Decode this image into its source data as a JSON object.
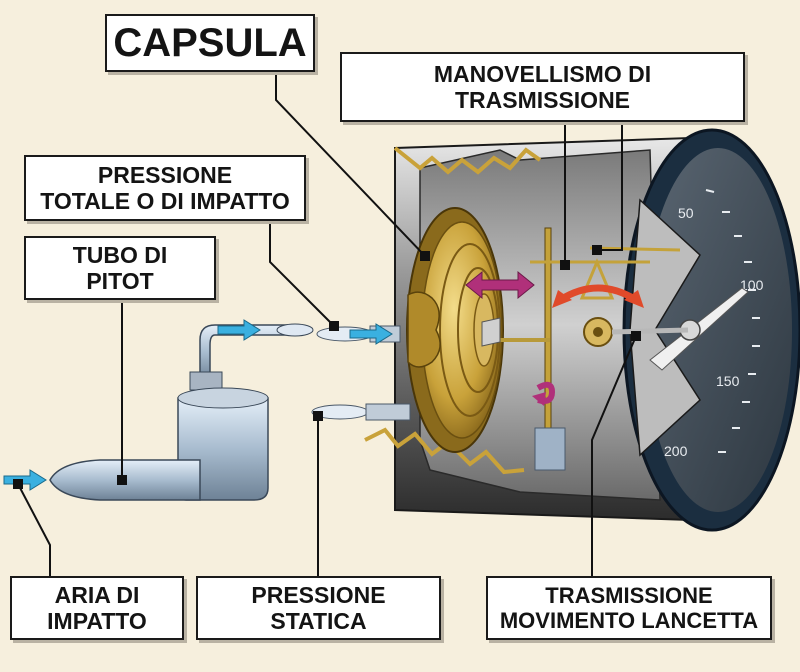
{
  "labels": {
    "capsula": "CAPSULA",
    "manovellismo_1": "MANOVELLISMO DI",
    "manovellismo_2": "TRASMISSIONE",
    "pressione_totale_1": "PRESSIONE",
    "pressione_totale_2": "TOTALE O DI IMPATTO",
    "tubo_pitot_1": "TUBO DI",
    "tubo_pitot_2": "PITOT",
    "aria_impatto_1": "ARIA DI",
    "aria_impatto_2": "IMPATTO",
    "pressione_statica_1": "PRESSIONE",
    "pressione_statica_2": "STATICA",
    "trasmissione_1": "TRASMISSIONE",
    "trasmissione_2": "MOVIMENTO LANCETTA"
  },
  "dial": {
    "ticks": [
      "50",
      "100",
      "150",
      "200"
    ]
  },
  "colors": {
    "background": "#f6efdd",
    "capsule_gold": "#c9a23a",
    "arrow_blue": "#3ab0e0",
    "arrow_magenta": "#b0307a",
    "arrow_red": "#e04a2a",
    "dial_face": "#3e4a55"
  }
}
